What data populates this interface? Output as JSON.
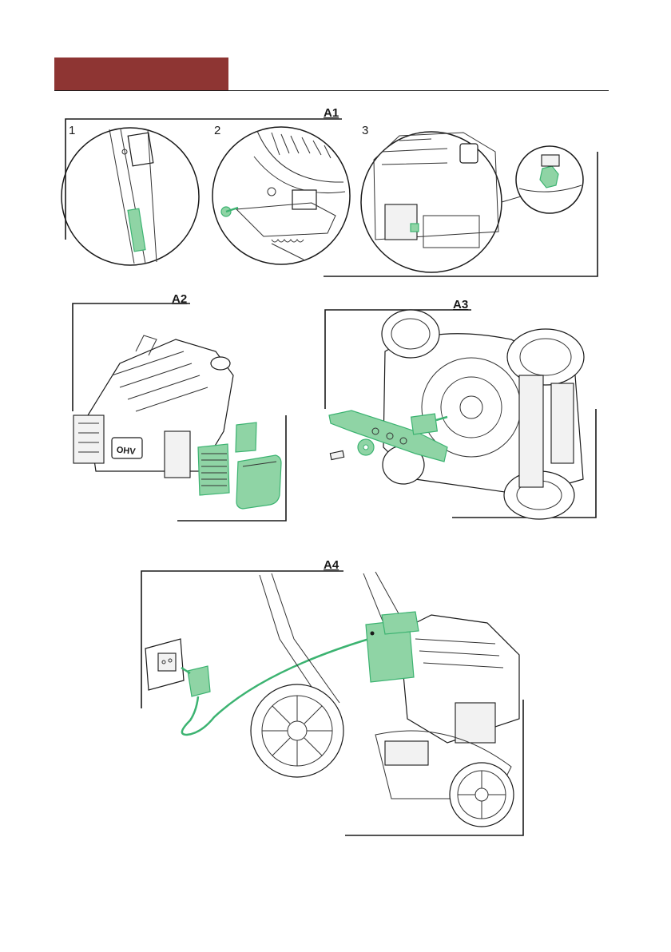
{
  "sections": {
    "a1": {
      "label": "A1",
      "steps": [
        "1",
        "2",
        "3"
      ]
    },
    "a2": {
      "label": "A2",
      "engine_badge": "OHV"
    },
    "a3": {
      "label": "A3"
    },
    "a4": {
      "label": "A4"
    }
  },
  "colors": {
    "header": "#8e3533",
    "highlight": "#3cb371",
    "highlight_fill": "#8fd4a5",
    "line": "#1a1a1a"
  },
  "icons": [
    "brake-cable-icon",
    "brake-lever-icon",
    "spark-plug-icon",
    "engine-icon",
    "air-filter-icon",
    "mower-deck-icon",
    "blade-icon",
    "charger-icon",
    "battery-icon",
    "wall-socket-icon",
    "wheel-icon"
  ]
}
